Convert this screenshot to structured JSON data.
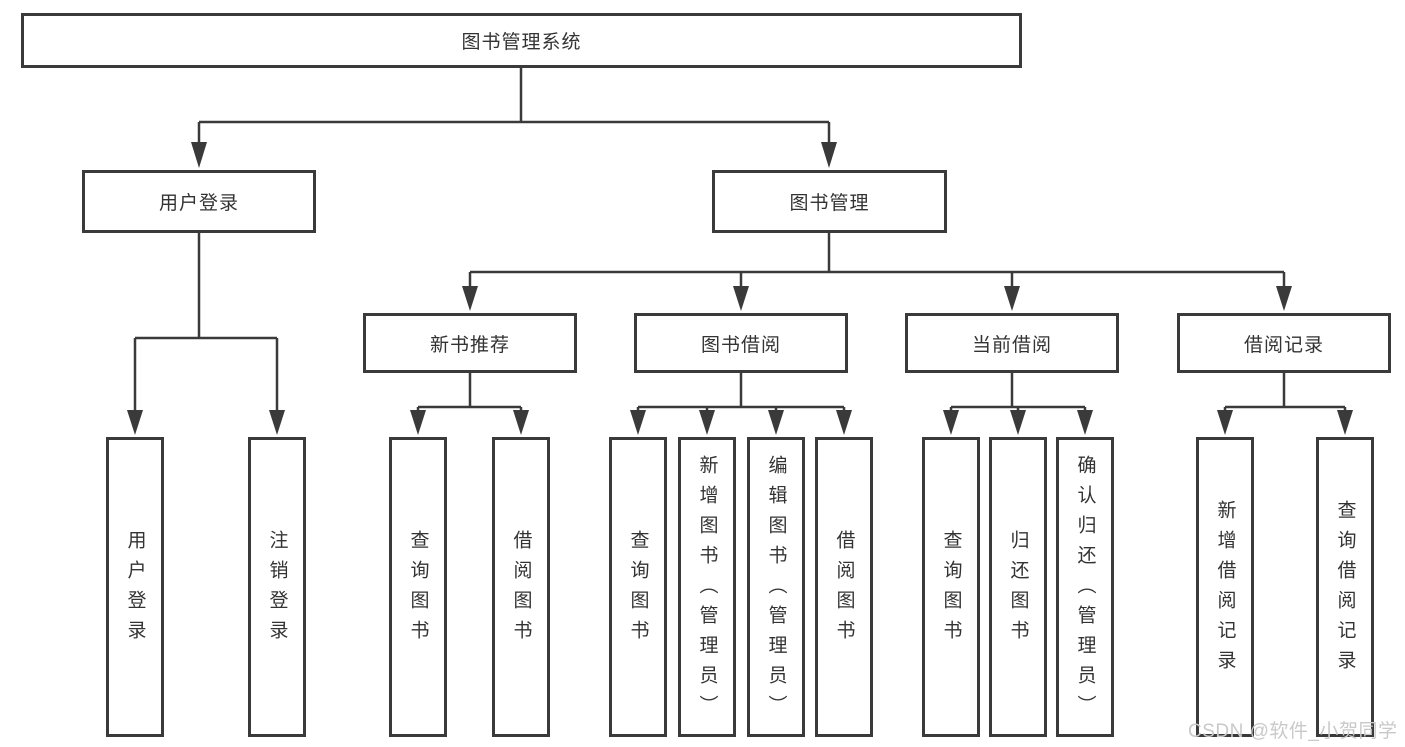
{
  "colors": {
    "line": "#3a3a3a",
    "text": "#333333",
    "watermark_text": "#c9c9c9",
    "background": "#ffffff"
  },
  "tree": {
    "root": {
      "label": "图书管理系统"
    },
    "branches": [
      {
        "label": "用户登录",
        "children": [
          {
            "label": "用户登录"
          },
          {
            "label": "注销登录"
          }
        ]
      },
      {
        "label": "图书管理",
        "children": [
          {
            "label": "新书推荐",
            "children": [
              {
                "label": "查询图书"
              },
              {
                "label": "借阅图书"
              }
            ]
          },
          {
            "label": "图书借阅",
            "children": [
              {
                "label": "查询图书"
              },
              {
                "label": "新增图书（管理员）"
              },
              {
                "label": "编辑图书（管理员）"
              },
              {
                "label": "借阅图书"
              }
            ]
          },
          {
            "label": "当前借阅",
            "children": [
              {
                "label": "查询图书"
              },
              {
                "label": "归还图书"
              },
              {
                "label": "确认归还（管理员）"
              }
            ]
          },
          {
            "label": "借阅记录",
            "children": [
              {
                "label": "新增借阅记录"
              },
              {
                "label": "查询借阅记录"
              }
            ]
          }
        ]
      }
    ]
  },
  "watermark": {
    "text": "CSDN @软件_小贺同学"
  }
}
